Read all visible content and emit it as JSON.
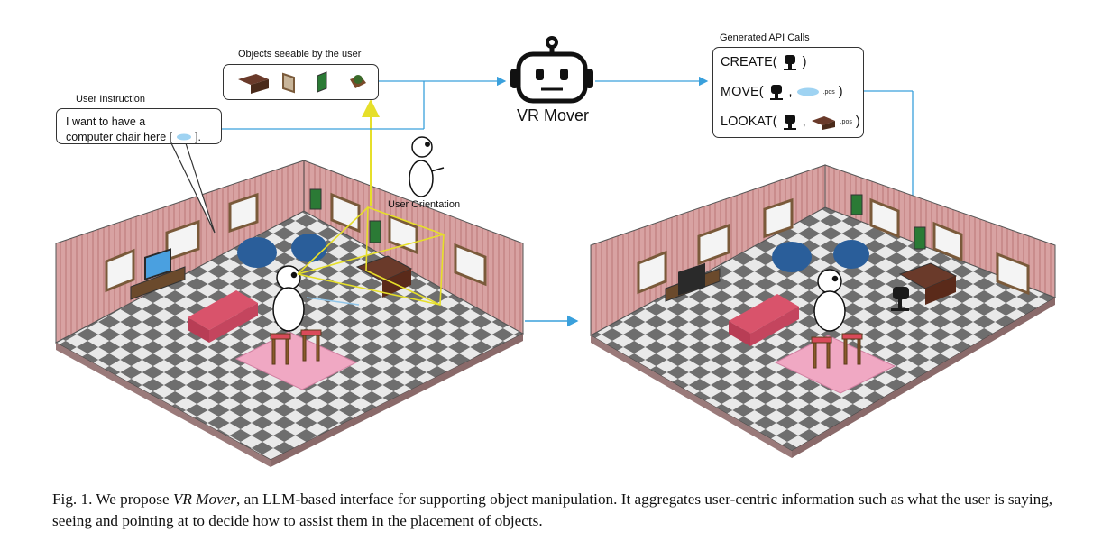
{
  "figure": {
    "objects_label": "Objects seeable by the user",
    "user_instruction_label": "User Instruction",
    "instruction_line1": "I want to have a",
    "instruction_line2": "computer chair here [",
    "instruction_line2_end": "].",
    "user_orientation_label": "User Orientation",
    "robot_label": "VR Mover",
    "api_label": "Generated API Calls",
    "api_create": "CREATE(",
    "api_move": "MOVE(",
    "api_lookat": "LOOKAT(",
    "api_close": ")",
    "api_comma": ",",
    "pos_suffix": ".pos",
    "colors": {
      "arrow_blue": "#3aa0dc",
      "sight_yellow": "#e6df2a",
      "wall_pink": "#d9a3a3",
      "sofa_red": "#d9536b",
      "rug_pink": "#f0a8c3",
      "beanbag_blue": "#2a5e9a"
    }
  },
  "caption": {
    "prefix": "Fig. 1.  We propose ",
    "name": "VR Mover",
    "rest": ", an LLM-based interface for supporting object manipulation. It aggregates user-centric information such as what the user is saying, seeing and pointing at to decide how to assist them in the placement of objects."
  }
}
